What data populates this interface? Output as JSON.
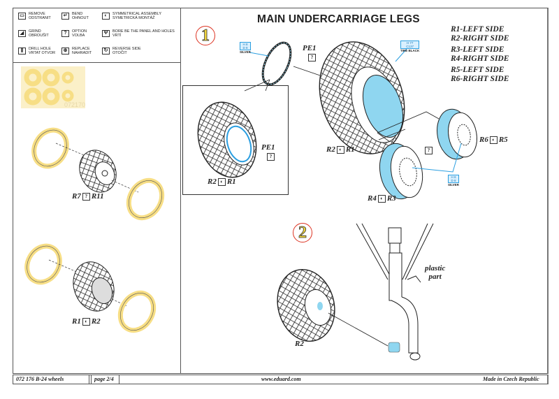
{
  "legend": [
    {
      "icon": "remove-icon",
      "glyph": "▭",
      "label_1": "Remove",
      "label_2": "Odstranit"
    },
    {
      "icon": "bend-icon",
      "glyph": "↵",
      "label_1": "Bend",
      "label_2": "Ohnout"
    },
    {
      "icon": "symmetrical-assembly-icon",
      "glyph": "◐",
      "label_1": "Symmetrical assembly",
      "label_2": "Symetrická montáž"
    },
    {
      "icon": "grind-icon",
      "glyph": "◢",
      "label_1": "Grind",
      "label_2": "Obroušit"
    },
    {
      "icon": "option-icon",
      "glyph": "?",
      "label_1": "Option",
      "label_2": "Volba"
    },
    {
      "icon": "bore-holes-icon",
      "glyph": "Ψ",
      "label_1": "Bore be the panel and holes",
      "label_2": "Vrtí"
    },
    {
      "icon": "drill-hole-icon",
      "glyph": "⫼",
      "label_1": "Drill hole",
      "label_2": "Vrtat otvor"
    },
    {
      "icon": "replace-icon",
      "glyph": "⊕",
      "label_1": "Replace",
      "label_2": "Nahradit"
    },
    {
      "icon": "reverse-side-icon",
      "glyph": "↻",
      "label_1": "Reverse side",
      "label_2": "Otočit"
    }
  ],
  "mask_sheet": {
    "code": "072170",
    "color": "#fbf0c8",
    "ring_color": "#f7de85"
  },
  "title": "MAIN UNDERCARRIAGE LEGS",
  "sides": [
    "R1-LEFT SIDE",
    "R2-RIGHT SIDE",
    "R3-LEFT SIDE",
    "R4-RIGHT SIDE",
    "R5-LEFT SIDE",
    "R6-RIGHT SIDE"
  ],
  "steps": {
    "one": "1",
    "two": "2"
  },
  "colors": {
    "paint_blue": "#8fd6f0",
    "step_ring": "#dd3322",
    "step_fill": "#f2d53c",
    "mask_yellow": "#f7de85"
  },
  "callouts": {
    "silver": {
      "line1": "H 8",
      "line2": "D 8",
      "name": "SILVER"
    },
    "tire": {
      "line1": "H 77",
      "line2": "C137",
      "name": "TIRE BLACK"
    },
    "hub": {
      "line1": "H 8",
      "line2": "D 8",
      "name": "SILVER"
    }
  },
  "labels": {
    "pe1_top": "PE1",
    "pe1_inset": "PE1",
    "q": "?",
    "r2_inset": "R2",
    "r1_inset": "R1",
    "r2_main": "R2",
    "r1_main": "R1",
    "r4": "R4",
    "r3": "R3",
    "r6": "R6",
    "r5": "R5",
    "r7": "R7",
    "r11": "R11",
    "r1_left": "R1",
    "r2_left": "R2",
    "r2_step2": "R2",
    "plastic_1": "plastic",
    "plastic_2": "part"
  },
  "footer": {
    "set": "072 176   B-24 wheels",
    "page": "page 2/4",
    "url": "www.eduard.com",
    "made": "Made in Czech Republic"
  }
}
